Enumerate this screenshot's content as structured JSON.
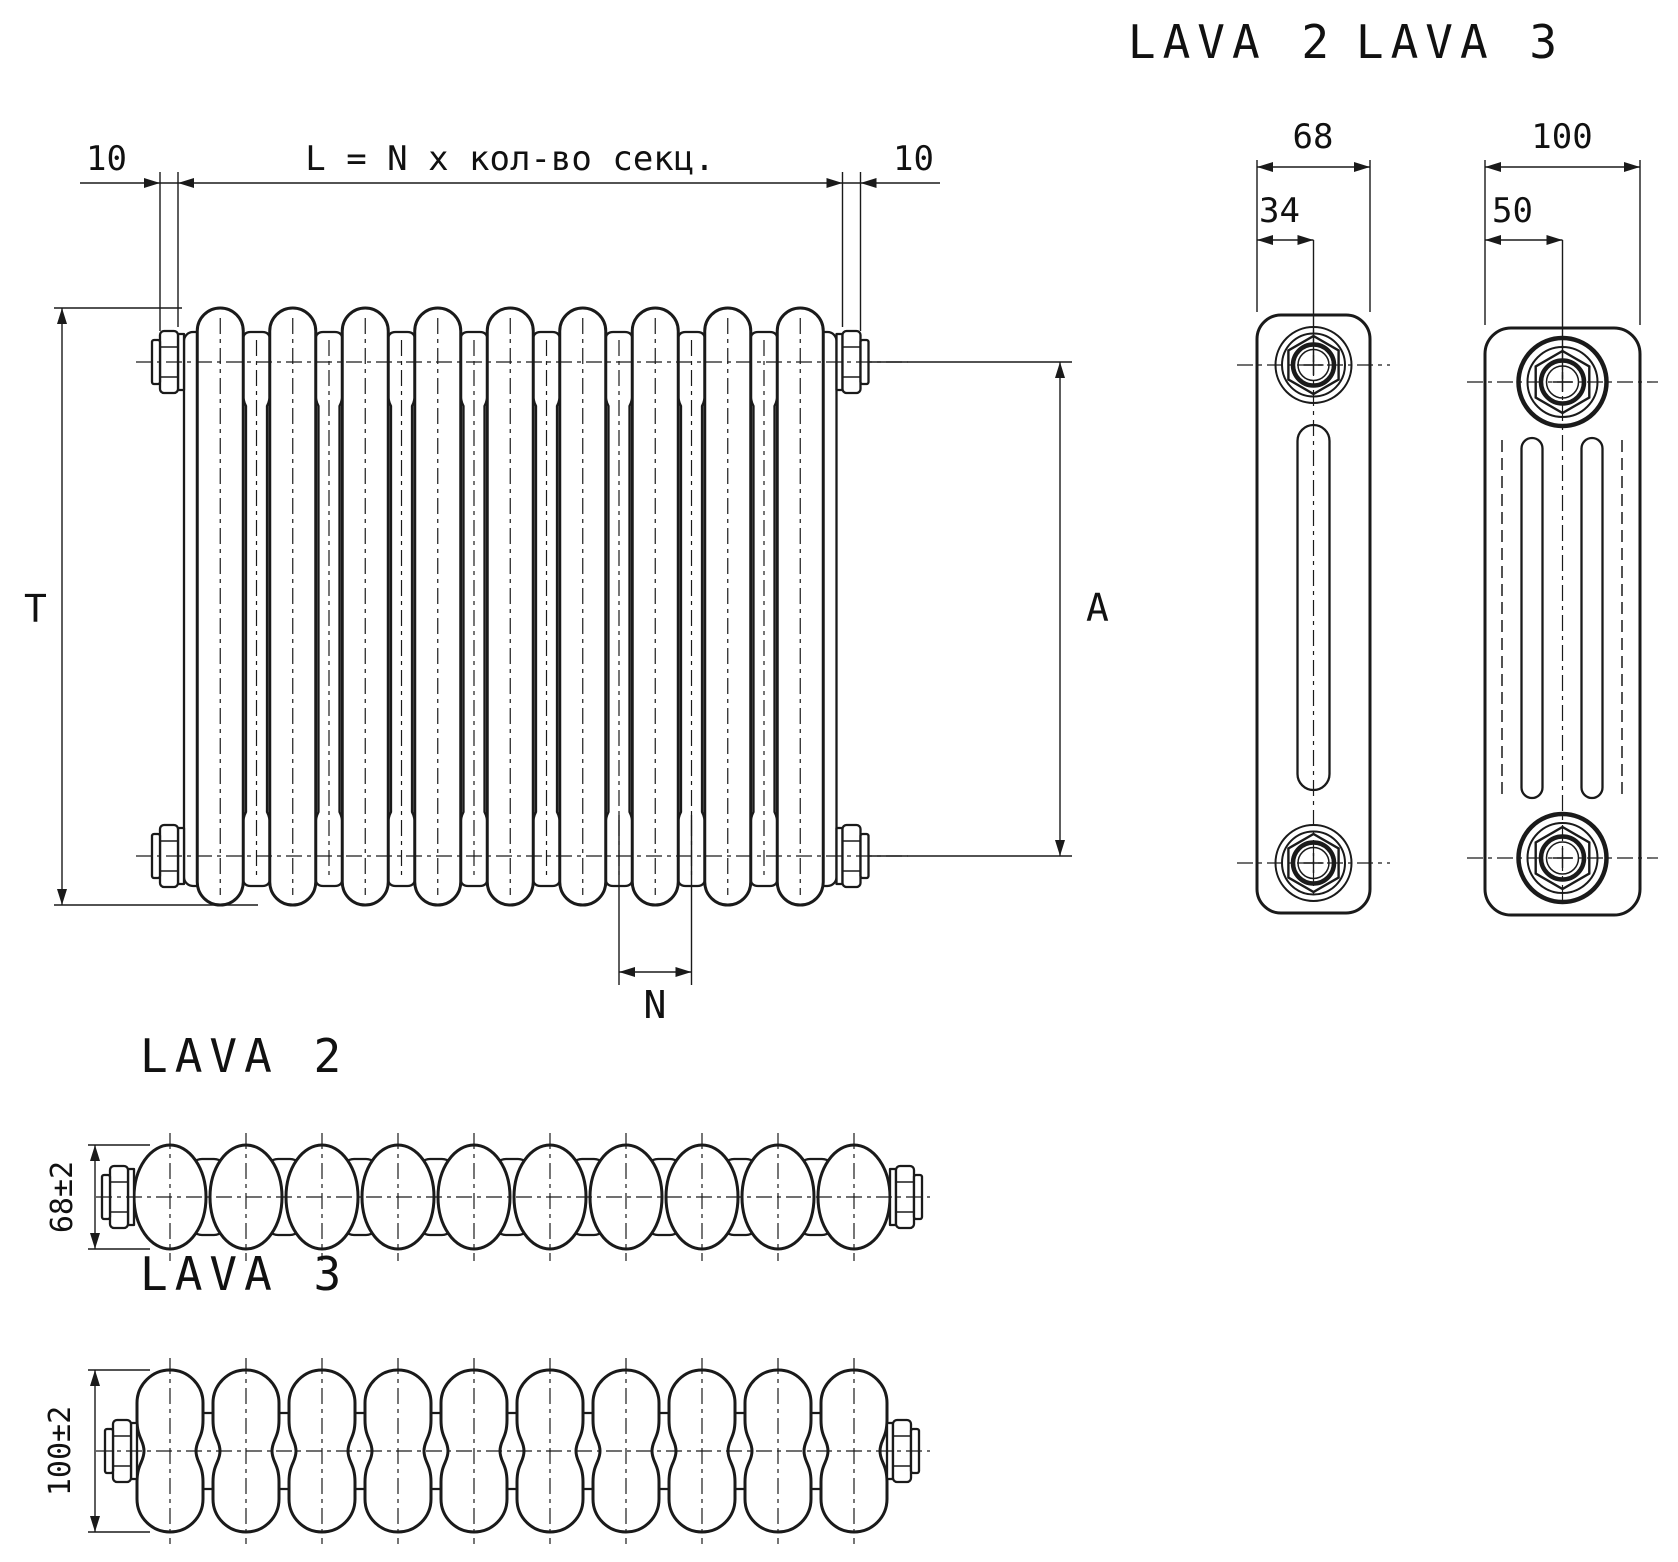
{
  "drawing": {
    "background": "#ffffff",
    "line_color": "#1a1a1a",
    "front_view": {
      "sections_visible": 9,
      "dim_left_gap": "10",
      "dim_formula": "L = N x кол-во секц.",
      "dim_right_gap": "10",
      "dim_total_height": "T",
      "dim_port_distance": "A",
      "dim_section_pitch": "N"
    },
    "side_views": {
      "lava2": {
        "title": "LAVA 2",
        "dim_width": "68",
        "dim_axis": "34"
      },
      "lava3": {
        "title": "LAVA 3",
        "dim_width": "100",
        "dim_axis": "50"
      }
    },
    "top_views": {
      "lava2": {
        "title": "LAVA 2",
        "dim_depth": "68±2",
        "sections_visible": 10
      },
      "lava3": {
        "title": "LAVA 3",
        "dim_depth": "100±2",
        "sections_visible": 10
      }
    }
  }
}
